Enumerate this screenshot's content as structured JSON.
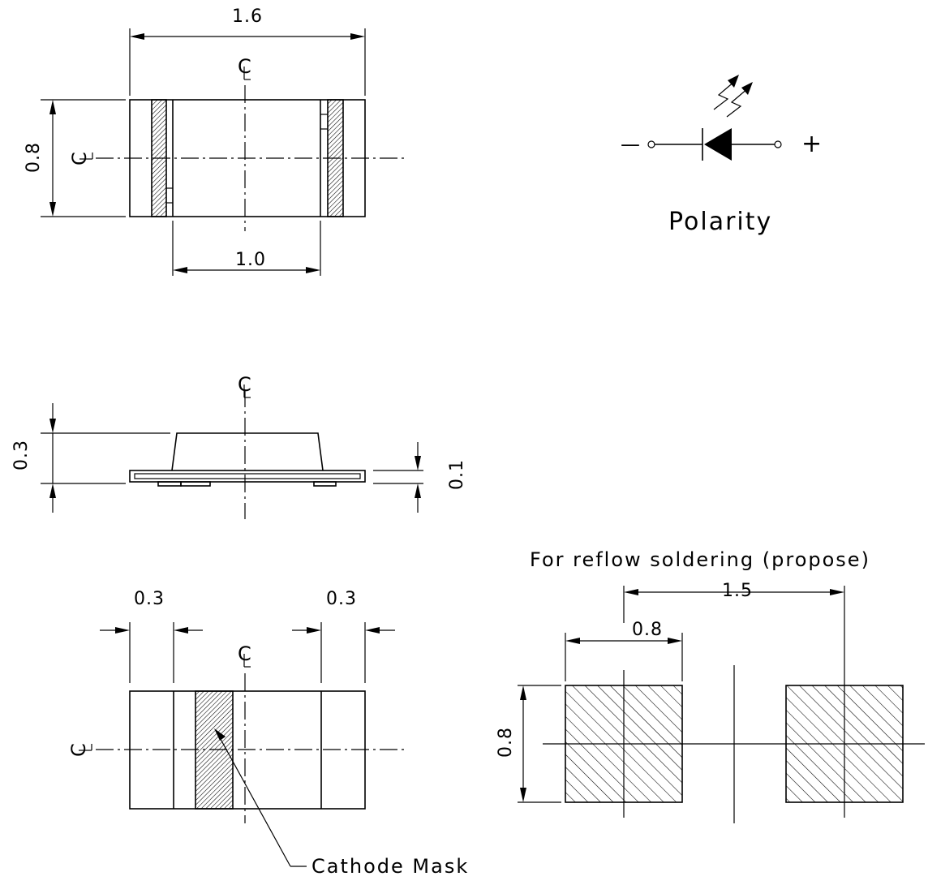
{
  "top_view": {
    "width_dim": "1.6",
    "height_dim": "0.8",
    "inner_dim": "1.0"
  },
  "side_view": {
    "height_dim": "0.3",
    "base_dim": "0.1"
  },
  "bottom_view": {
    "left_dim": "0.3",
    "right_dim": "0.3",
    "cathode_label": "Cathode Mask"
  },
  "polarity": {
    "label": "Polarity",
    "minus": "—",
    "plus": "+"
  },
  "reflow": {
    "title": "For reflow soldering (propose)",
    "pitch_dim": "1.5",
    "pad_width_dim": "0.8",
    "pad_height_dim": "0.8"
  }
}
